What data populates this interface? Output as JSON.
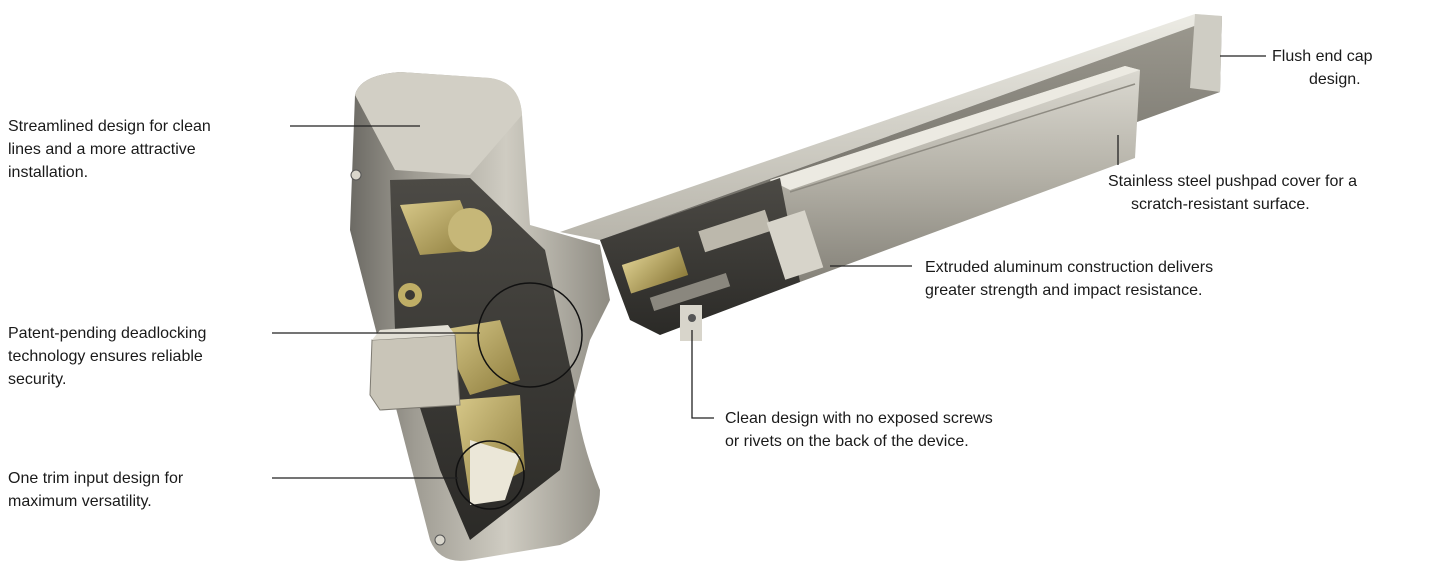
{
  "callouts": {
    "streamlined": [
      "Streamlined design for clean",
      "lines and a more attractive",
      "installation."
    ],
    "deadlocking": [
      "Patent-pending deadlocking",
      "technology ensures reliable",
      "security."
    ],
    "trim_input": [
      "One trim input design for",
      "maximum versatility."
    ],
    "end_cap": [
      "Flush end cap",
      "design."
    ],
    "pushpad": [
      "Stainless steel pushpad cover for a",
      "scratch-resistant surface."
    ],
    "aluminum": [
      "Extruded aluminum construction delivers",
      "greater strength and impact resistance."
    ],
    "clean_design": [
      "Clean design with no exposed screws",
      "or rivets on the back of the device."
    ]
  },
  "colors": {
    "text": "#1a1a1a",
    "leader_line": "#222222",
    "metal_dark": "#6e6b64",
    "metal_mid": "#a8a59c",
    "metal_light": "#d9d6cc",
    "brass": "#b9a660"
  }
}
